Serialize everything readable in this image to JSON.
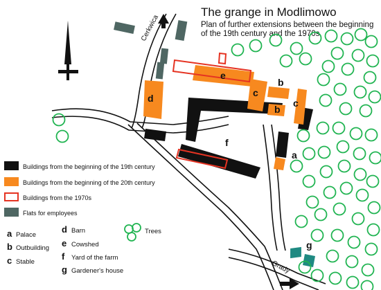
{
  "title": "The grange in Modlimowo",
  "subtitle_line1": "Plan of further extensions between the beginning",
  "subtitle_line2": "of the 19th century and the 1970s",
  "roads": {
    "north_label": "Cerkwica",
    "south_label": "Grady"
  },
  "colors": {
    "century19": "#111111",
    "century20": "#f7891f",
    "seventies": "#e53322",
    "flats": "#4f6763",
    "tree": "#20b451",
    "gardener": "#1f8a82"
  },
  "map_labels": {
    "a": "a",
    "b1": "b",
    "b2": "b",
    "c1": "c",
    "c2": "c",
    "d": "d",
    "e": "e",
    "f": "f",
    "g": "g"
  },
  "legend": {
    "century19": "Buildings from the beginning of the 19th century",
    "century20": "Buildings from the beginning of the 20th century",
    "seventies": "Buildings from the 1970s",
    "flats": "Flats for employees"
  },
  "key": [
    {
      "letter": "a",
      "text": "Palace"
    },
    {
      "letter": "b",
      "text": "Outbuilding"
    },
    {
      "letter": "c",
      "text": "Stable"
    },
    {
      "letter": "d",
      "text": "Barn"
    },
    {
      "letter": "e",
      "text": "Cowshed"
    },
    {
      "letter": "f",
      "text": "Yard of the farm"
    },
    {
      "letter": "g",
      "text": "Gardener's house"
    }
  ],
  "trees_label": "Trees"
}
